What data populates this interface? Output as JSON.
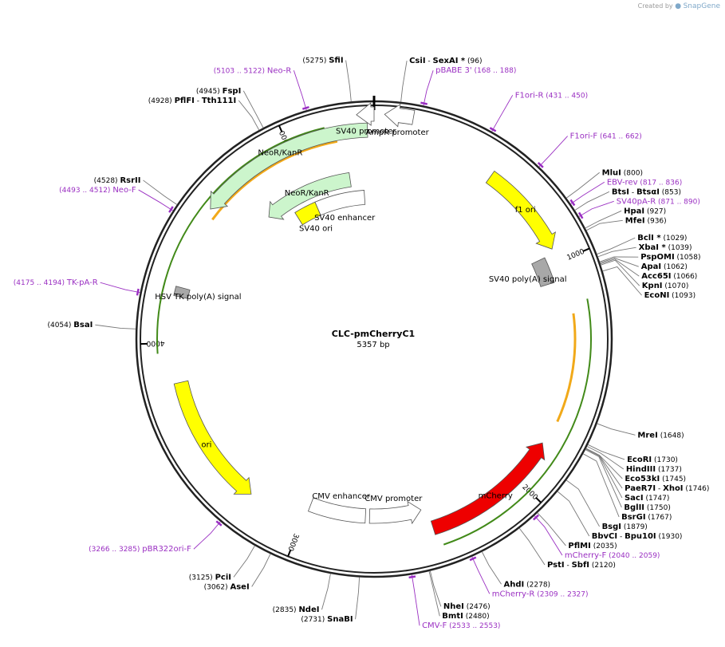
{
  "header": {
    "created_by": "Created by",
    "brand": "SnapGene"
  },
  "plasmid": {
    "name": "CLC-pmCherryC1",
    "size": "5357 bp",
    "length": 5357
  },
  "colors": {
    "primer": "#9a2fc2",
    "mcherry": "#ee0000",
    "ori_yellow": "#ffff00",
    "neo_green": "#ccf5cc",
    "polyA_gray": "#a8a8a8",
    "orange": "#f0a000",
    "dark_green": "#2e7d00"
  },
  "ruler_ticks": [
    {
      "bp": 1000,
      "label": "1000"
    },
    {
      "bp": 2000,
      "label": "2000"
    },
    {
      "bp": 3000,
      "label": "3000"
    },
    {
      "bp": 4000,
      "label": "4000"
    },
    {
      "bp": 5000,
      "label": "5000"
    }
  ],
  "enzymes": [
    {
      "parts": [
        {
          "t": "CsiI",
          "b": true
        },
        {
          "t": "  -  ",
          "b": false
        },
        {
          "t": "SexAI",
          "b": true
        },
        {
          "t": "  *",
          "b": true
        }
      ],
      "pos": "(96)",
      "pos_first": false,
      "bp": 96
    },
    {
      "parts": [
        {
          "t": "SfiI",
          "b": true
        }
      ],
      "pos": "(5275)",
      "pos_first": true,
      "bp": 5275
    },
    {
      "parts": [
        {
          "t": "FspI",
          "b": true
        }
      ],
      "pos": "(4945)",
      "pos_first": true,
      "bp": 4945
    },
    {
      "parts": [
        {
          "t": "PflFI",
          "b": true
        },
        {
          "t": "  -  ",
          "b": false
        },
        {
          "t": "Tth111I",
          "b": true
        }
      ],
      "pos": "(4928)",
      "pos_first": true,
      "bp": 4928
    },
    {
      "parts": [
        {
          "t": "RsrII",
          "b": true
        }
      ],
      "pos": "(4528)",
      "pos_first": true,
      "bp": 4528
    },
    {
      "parts": [
        {
          "t": "BsaI",
          "b": true
        }
      ],
      "pos": "(4054)",
      "pos_first": true,
      "bp": 4054
    },
    {
      "parts": [
        {
          "t": "MluI",
          "b": true
        }
      ],
      "pos": "(800)",
      "pos_first": false,
      "bp": 800
    },
    {
      "parts": [
        {
          "t": "BtsI",
          "b": true
        },
        {
          "t": "  -  ",
          "b": false
        },
        {
          "t": "BtsαI",
          "b": true
        }
      ],
      "pos": "(853)",
      "pos_first": false,
      "bp": 853
    },
    {
      "parts": [
        {
          "t": "HpaI",
          "b": true
        }
      ],
      "pos": "(927)",
      "pos_first": false,
      "bp": 927
    },
    {
      "parts": [
        {
          "t": "MfeI",
          "b": true
        }
      ],
      "pos": "(936)",
      "pos_first": false,
      "bp": 936
    },
    {
      "parts": [
        {
          "t": "BclI",
          "b": true
        },
        {
          "t": "  *",
          "b": true
        }
      ],
      "pos": "(1029)",
      "pos_first": false,
      "bp": 1029
    },
    {
      "parts": [
        {
          "t": "XbaI",
          "b": true
        },
        {
          "t": "  *",
          "b": true
        }
      ],
      "pos": "(1039)",
      "pos_first": false,
      "bp": 1039
    },
    {
      "parts": [
        {
          "t": "PspOMI",
          "b": true
        }
      ],
      "pos": "(1058)",
      "pos_first": false,
      "bp": 1058
    },
    {
      "parts": [
        {
          "t": "ApaI",
          "b": true
        }
      ],
      "pos": "(1062)",
      "pos_first": false,
      "bp": 1062
    },
    {
      "parts": [
        {
          "t": "Acc65I",
          "b": true
        }
      ],
      "pos": "(1066)",
      "pos_first": false,
      "bp": 1066
    },
    {
      "parts": [
        {
          "t": "KpnI",
          "b": true
        }
      ],
      "pos": "(1070)",
      "pos_first": false,
      "bp": 1070
    },
    {
      "parts": [
        {
          "t": "EcoNI",
          "b": true
        }
      ],
      "pos": "(1093)",
      "pos_first": false,
      "bp": 1093
    },
    {
      "parts": [
        {
          "t": "MreI",
          "b": true
        }
      ],
      "pos": "(1648)",
      "pos_first": false,
      "bp": 1648
    },
    {
      "parts": [
        {
          "t": "EcoRI",
          "b": true
        }
      ],
      "pos": "(1730)",
      "pos_first": false,
      "bp": 1730
    },
    {
      "parts": [
        {
          "t": "HindIII",
          "b": true
        }
      ],
      "pos": "(1737)",
      "pos_first": false,
      "bp": 1737
    },
    {
      "parts": [
        {
          "t": "Eco53kI",
          "b": true
        }
      ],
      "pos": "(1745)",
      "pos_first": false,
      "bp": 1745
    },
    {
      "parts": [
        {
          "t": "PaeR7I",
          "b": true
        },
        {
          "t": "  -  ",
          "b": false
        },
        {
          "t": "XhoI",
          "b": true
        }
      ],
      "pos": "(1746)",
      "pos_first": false,
      "bp": 1746
    },
    {
      "parts": [
        {
          "t": "SacI",
          "b": true
        }
      ],
      "pos": "(1747)",
      "pos_first": false,
      "bp": 1747
    },
    {
      "parts": [
        {
          "t": "BglII",
          "b": true
        }
      ],
      "pos": "(1750)",
      "pos_first": false,
      "bp": 1750
    },
    {
      "parts": [
        {
          "t": "BsrGI",
          "b": true
        }
      ],
      "pos": "(1767)",
      "pos_first": false,
      "bp": 1767
    },
    {
      "parts": [
        {
          "t": "BsgI",
          "b": true
        }
      ],
      "pos": "(1879)",
      "pos_first": false,
      "bp": 1879
    },
    {
      "parts": [
        {
          "t": "BbvCI",
          "b": true
        },
        {
          "t": "  -  ",
          "b": false
        },
        {
          "t": "Bpu10I",
          "b": true
        }
      ],
      "pos": "(1930)",
      "pos_first": false,
      "bp": 1930
    },
    {
      "parts": [
        {
          "t": "PflMI",
          "b": true
        }
      ],
      "pos": "(2035)",
      "pos_first": false,
      "bp": 2035
    },
    {
      "parts": [
        {
          "t": "PstI",
          "b": true
        },
        {
          "t": "  -  ",
          "b": false
        },
        {
          "t": "SbfI",
          "b": true
        }
      ],
      "pos": "(2120)",
      "pos_first": false,
      "bp": 2120
    },
    {
      "parts": [
        {
          "t": "AhdI",
          "b": true
        }
      ],
      "pos": "(2278)",
      "pos_first": false,
      "bp": 2278
    },
    {
      "parts": [
        {
          "t": "NheI",
          "b": true
        }
      ],
      "pos": "(2476)",
      "pos_first": false,
      "bp": 2476
    },
    {
      "parts": [
        {
          "t": "BmtI",
          "b": true
        }
      ],
      "pos": "(2480)",
      "pos_first": false,
      "bp": 2480
    },
    {
      "parts": [
        {
          "t": "SnaBI",
          "b": true
        }
      ],
      "pos": "(2731)",
      "pos_first": true,
      "bp": 2731
    },
    {
      "parts": [
        {
          "t": "NdeI",
          "b": true
        }
      ],
      "pos": "(2835)",
      "pos_first": true,
      "bp": 2835
    },
    {
      "parts": [
        {
          "t": "AseI",
          "b": true
        }
      ],
      "pos": "(3062)",
      "pos_first": true,
      "bp": 3062
    },
    {
      "parts": [
        {
          "t": "PciI",
          "b": true
        }
      ],
      "pos": "(3125)",
      "pos_first": true,
      "bp": 3125
    }
  ],
  "primers": [
    {
      "name": "pBABE 3'",
      "range": "(168 .. 188)",
      "pos_first": false,
      "bp": 178
    },
    {
      "name": "F1ori-R",
      "range": "(431 .. 450)",
      "pos_first": false,
      "bp": 440
    },
    {
      "name": "F1ori-F",
      "range": "(641 .. 662)",
      "pos_first": false,
      "bp": 651
    },
    {
      "name": "EBV-rev",
      "range": "(817 .. 836)",
      "pos_first": false,
      "bp": 826
    },
    {
      "name": "SV40pA-R",
      "range": "(871 .. 890)",
      "pos_first": false,
      "bp": 880
    },
    {
      "name": "mCherry-F",
      "range": "(2040 .. 2059)",
      "pos_first": false,
      "bp": 2050
    },
    {
      "name": "mCherry-R",
      "range": "(2309 .. 2327)",
      "pos_first": false,
      "bp": 2318
    },
    {
      "name": "CMV-F",
      "range": "(2533 .. 2553)",
      "pos_first": false,
      "bp": 2543
    },
    {
      "name": "pBR322ori-F",
      "range": "(3266 .. 3285)",
      "pos_first": true,
      "bp": 3275
    },
    {
      "name": "TK-pA-R",
      "range": "(4175 .. 4194)",
      "pos_first": true,
      "bp": 4185
    },
    {
      "name": "Neo-F",
      "range": "(4493 .. 4512)",
      "pos_first": true,
      "bp": 4502
    },
    {
      "name": "Neo-R",
      "range": "(5103 .. 5122)",
      "pos_first": true,
      "bp": 5112
    }
  ],
  "features": [
    {
      "id": "f1-ori",
      "label": "f1 ori",
      "color": "#ffff00",
      "start": 530,
      "end": 940,
      "dir": 1,
      "r": 250,
      "label_inside": true
    },
    {
      "id": "sv40-polya-right",
      "label": "SV40 poly(A) signal",
      "color": "#a8a8a8",
      "start": 960,
      "end": 1080,
      "dir": 0,
      "r": 228,
      "label_inside": false
    },
    {
      "id": "mcherry",
      "label": "mCherry",
      "color": "#ee0000",
      "start": 1810,
      "end": 2420,
      "dir": -1,
      "r": 248,
      "label_inside": true
    },
    {
      "id": "cmv-promoter",
      "label": "CMV promoter",
      "color": "#ffffff",
      "start": 2450,
      "end": 2700,
      "dir": -1,
      "r": 222,
      "label_inside": false
    },
    {
      "id": "cmv-enhancer",
      "label": "CMV enhancer",
      "color": "#ffffff",
      "start": 2720,
      "end": 2990,
      "dir": 0,
      "r": 222,
      "label_inside": false
    },
    {
      "id": "ori",
      "label": "ori",
      "color": "#ffff00",
      "start": 3250,
      "end": 3830,
      "dir": -1,
      "r": 248,
      "label_inside": true
    },
    {
      "id": "hsv-tk-polya",
      "label": "HSV TK poly(A) signal",
      "color": "#a8a8a8",
      "start": 4200,
      "end": 4240,
      "dir": 0,
      "r": 248,
      "label_inside": false
    },
    {
      "id": "neor-kanr-outer",
      "label": "NeoR/KanR",
      "color": "#ccf5cc",
      "start": 4590,
      "end": 5330,
      "dir": -1,
      "r": 262,
      "label_inside": true
    },
    {
      "id": "neor-kanr-inner",
      "label": "NeoR/KanR",
      "color": "#ccf5cc",
      "start": 4750,
      "end": 5230,
      "dir": -1,
      "r": 202,
      "label_inside": true
    },
    {
      "id": "sv40-promoter",
      "label": "SV40 promoter",
      "color": "#ffffff",
      "start": 5290,
      "end": 5357,
      "dir": -1,
      "r": 282,
      "label_inside": false
    },
    {
      "id": "ampr-promoter",
      "label": "AmpR promoter",
      "color": "#ffffff",
      "start": 40,
      "end": 150,
      "dir": -1,
      "r": 282,
      "label_inside": false
    },
    {
      "id": "sv40-ori",
      "label": "SV40 ori",
      "color": "#ffff00",
      "start": 4880,
      "end": 5010,
      "dir": 0,
      "r": 178,
      "label_inside": false
    },
    {
      "id": "sv40-enhancer",
      "label": "SV40 enhancer",
      "color": "#ffffff",
      "start": 5010,
      "end": 5300,
      "dir": 0,
      "r": 178,
      "label_inside": false
    }
  ]
}
